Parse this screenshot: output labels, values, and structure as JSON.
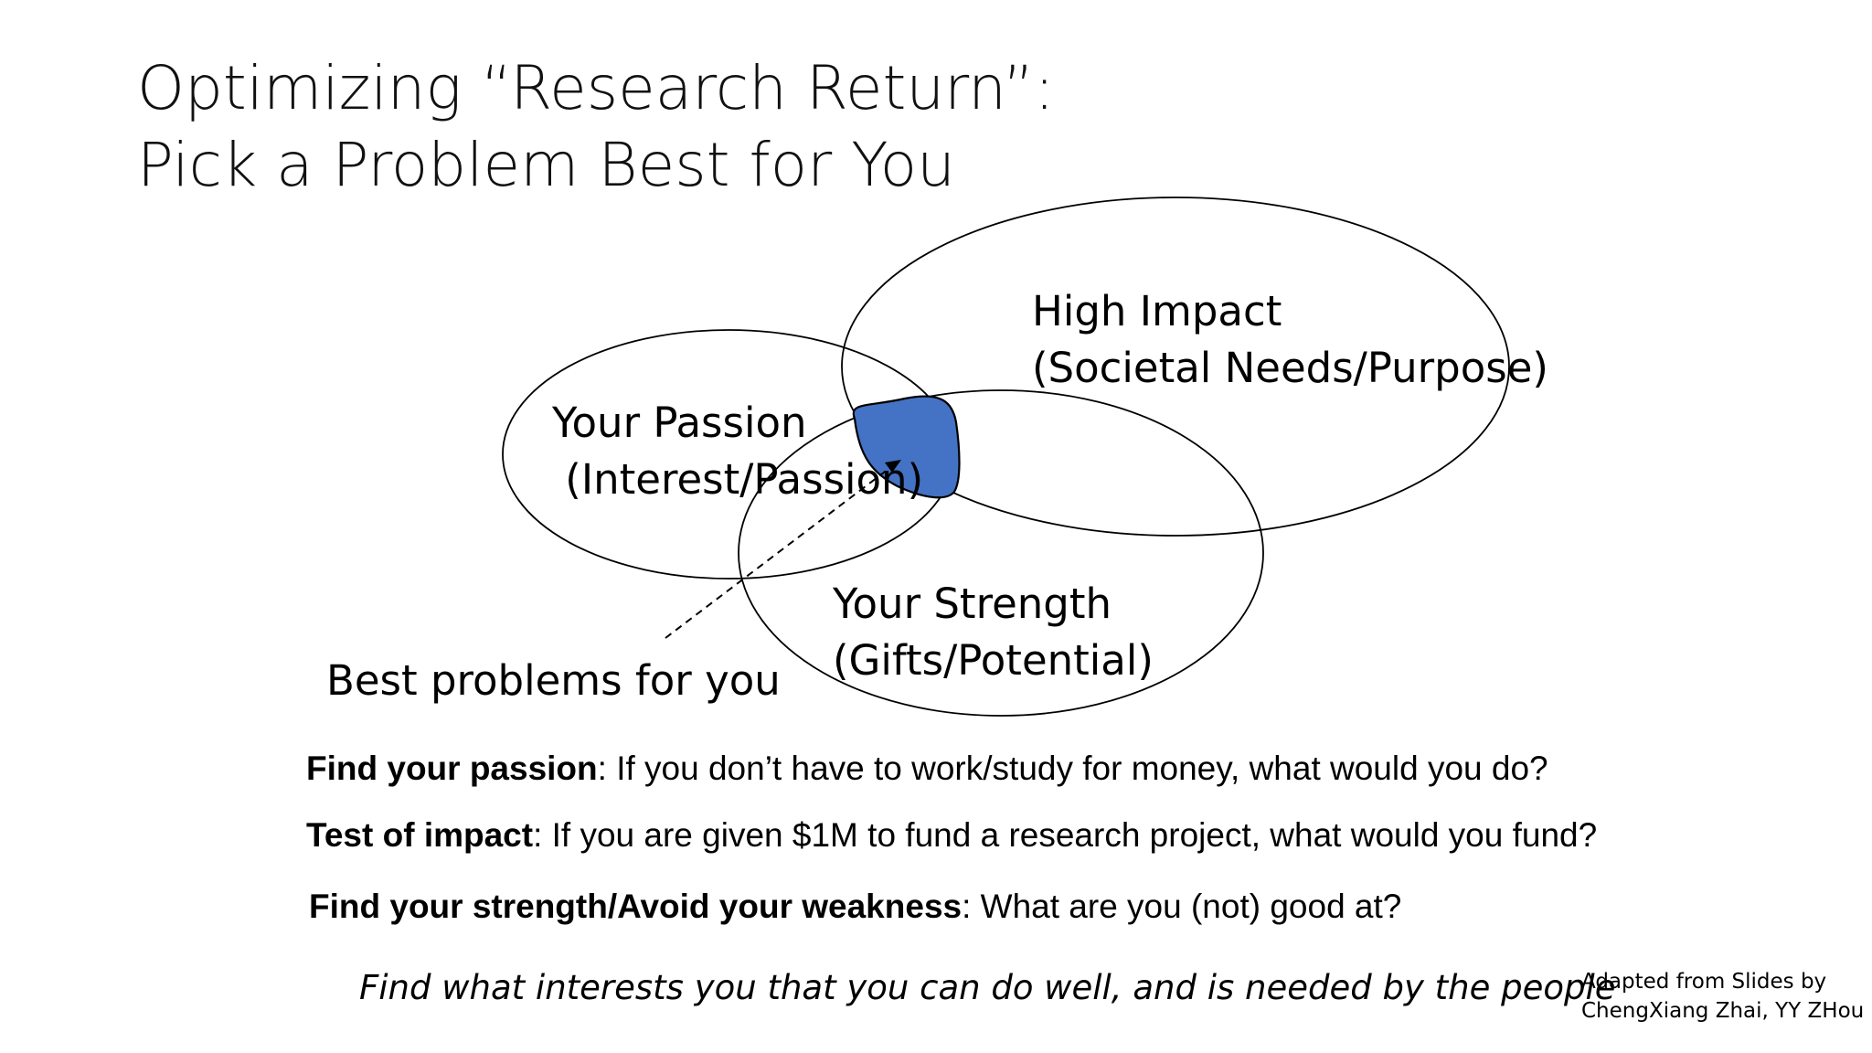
{
  "title": {
    "line1": "Optimizing “Research Return”:",
    "line2": "Pick a Problem Best for You"
  },
  "diagram": {
    "passion": {
      "line1": "Your Passion",
      "line2": " (Interest/Passion)"
    },
    "impact": {
      "line1": "High Impact",
      "line2": "(Societal Needs/Purpose)"
    },
    "strength": {
      "line1": "Your Strength",
      "line2": "(Gifts/Potential)"
    },
    "pointer_label": "Best problems for you",
    "intersection_color": "#4472C4"
  },
  "questions": [
    {
      "bold": "Find your passion",
      "rest": ": If you don’t have to work/study for money, what would you do?"
    },
    {
      "bold": "Test of impact",
      "rest": ": If you are given $1M to fund a research project, what would you fund?"
    },
    {
      "bold": "Find your strength/Avoid your weakness",
      "rest": ": What are you (not) good at?"
    }
  ],
  "tagline": "Find what interests you that you can do well, and is needed by the people",
  "credit": {
    "line1": "Adapted from Slides by",
    "line2": "ChengXiang Zhai, YY ZHou"
  }
}
